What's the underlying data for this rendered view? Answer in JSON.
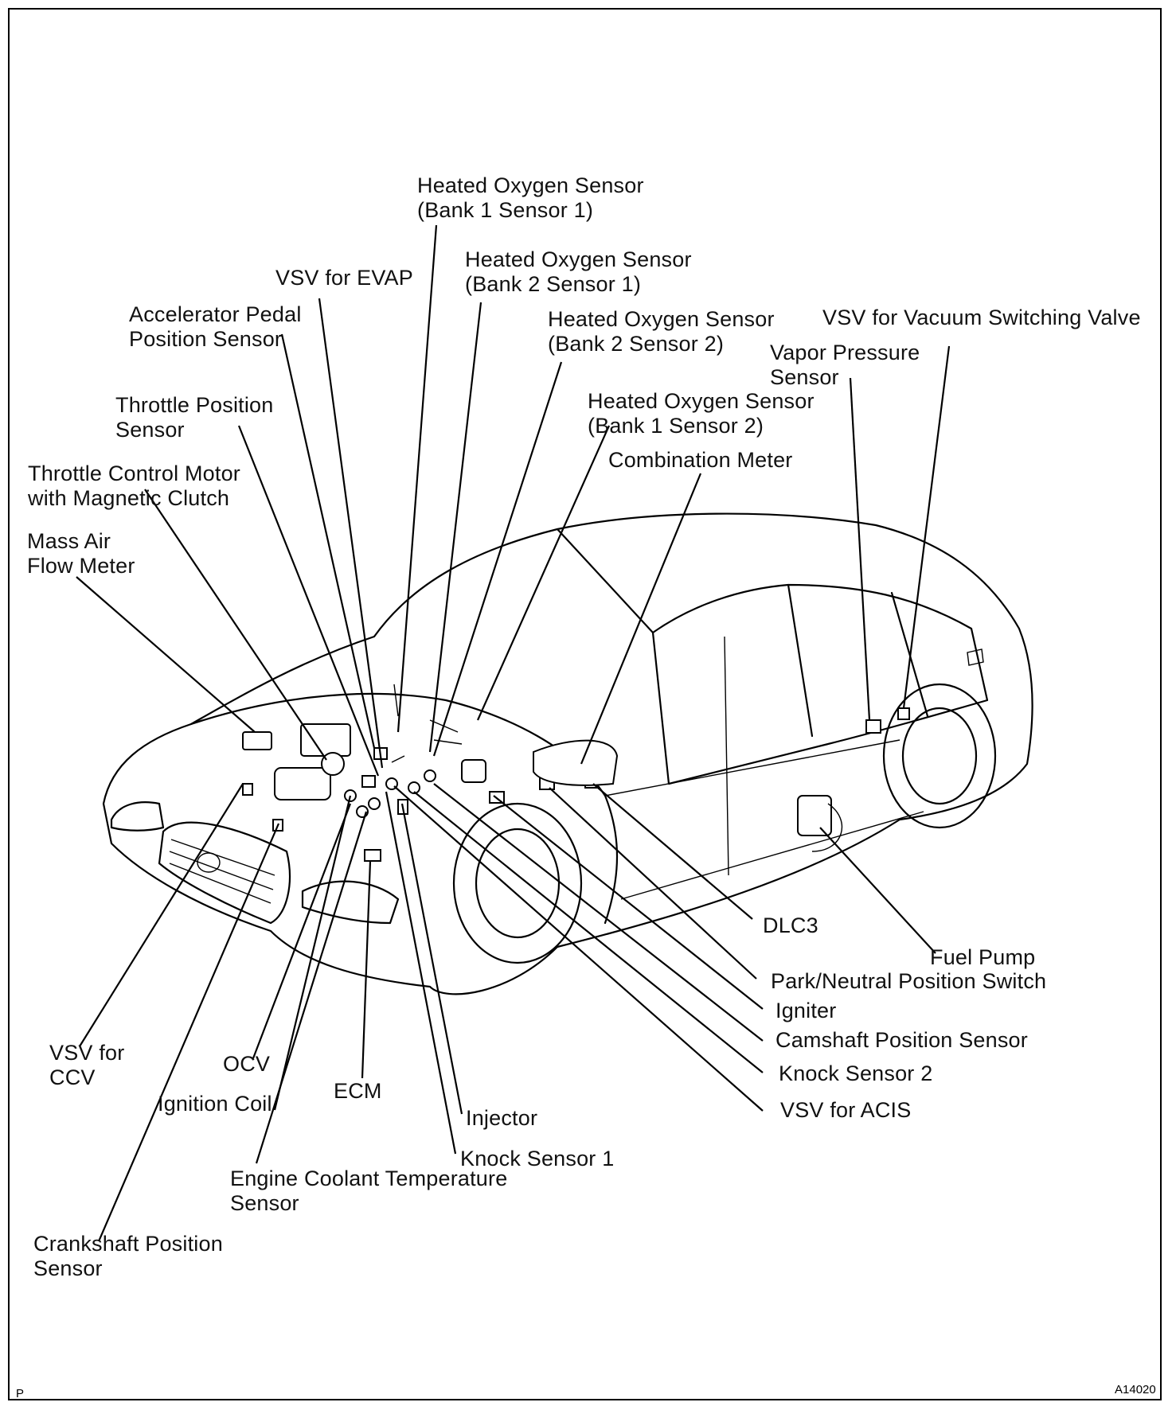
{
  "labels": {
    "ho2s_b1s1_a": "Heated Oxygen Sensor",
    "ho2s_b1s1_b": "(Bank 1 Sensor 1)",
    "ho2s_b2s1_a": "Heated Oxygen Sensor",
    "ho2s_b2s1_b": "(Bank 2 Sensor 1)",
    "ho2s_b2s2_a": "Heated Oxygen Sensor",
    "ho2s_b2s2_b": "(Bank 2 Sensor 2)",
    "ho2s_b1s2_a": "Heated Oxygen Sensor",
    "ho2s_b1s2_b": "(Bank 1 Sensor 2)",
    "vsv_evap": "VSV for EVAP",
    "vsv_vacuum": "VSV for Vacuum Switching Valve",
    "vapor_a": "Vapor  Pressure",
    "vapor_b": "Sensor",
    "accel_a": "Accelerator  Pedal",
    "accel_b": "Position Sensor",
    "throttle_pos_a": "Throttle Position",
    "throttle_pos_b": "Sensor",
    "combination_meter": "Combination Meter",
    "throttle_motor_a": "Throttle Control Motor",
    "throttle_motor_b": "with Magnetic Clutch",
    "maf_a": "Mass Air",
    "maf_b": "Flow Meter",
    "dlc3": "DLC3",
    "fuel_pump": "Fuel Pump",
    "pnp_switch": "Park/Neutral Position Switch",
    "igniter": "Igniter",
    "camshaft": "Camshaft Position Sensor",
    "knock2": "Knock Sensor 2",
    "vsv_acis": "VSV for ACIS",
    "vsv_ccv_a": "VSV for",
    "vsv_ccv_b": "CCV",
    "ocv": "OCV",
    "ignition_coil": "Ignition Coil",
    "ecm": "ECM",
    "injector": "Injector",
    "knock1": "Knock Sensor 1",
    "ect_a": "Engine Coolant Temperature",
    "ect_b": "Sensor",
    "crank_a": "Crankshaft  Position",
    "crank_b": "Sensor"
  },
  "corner": {
    "left": "P",
    "right": "A14020"
  }
}
